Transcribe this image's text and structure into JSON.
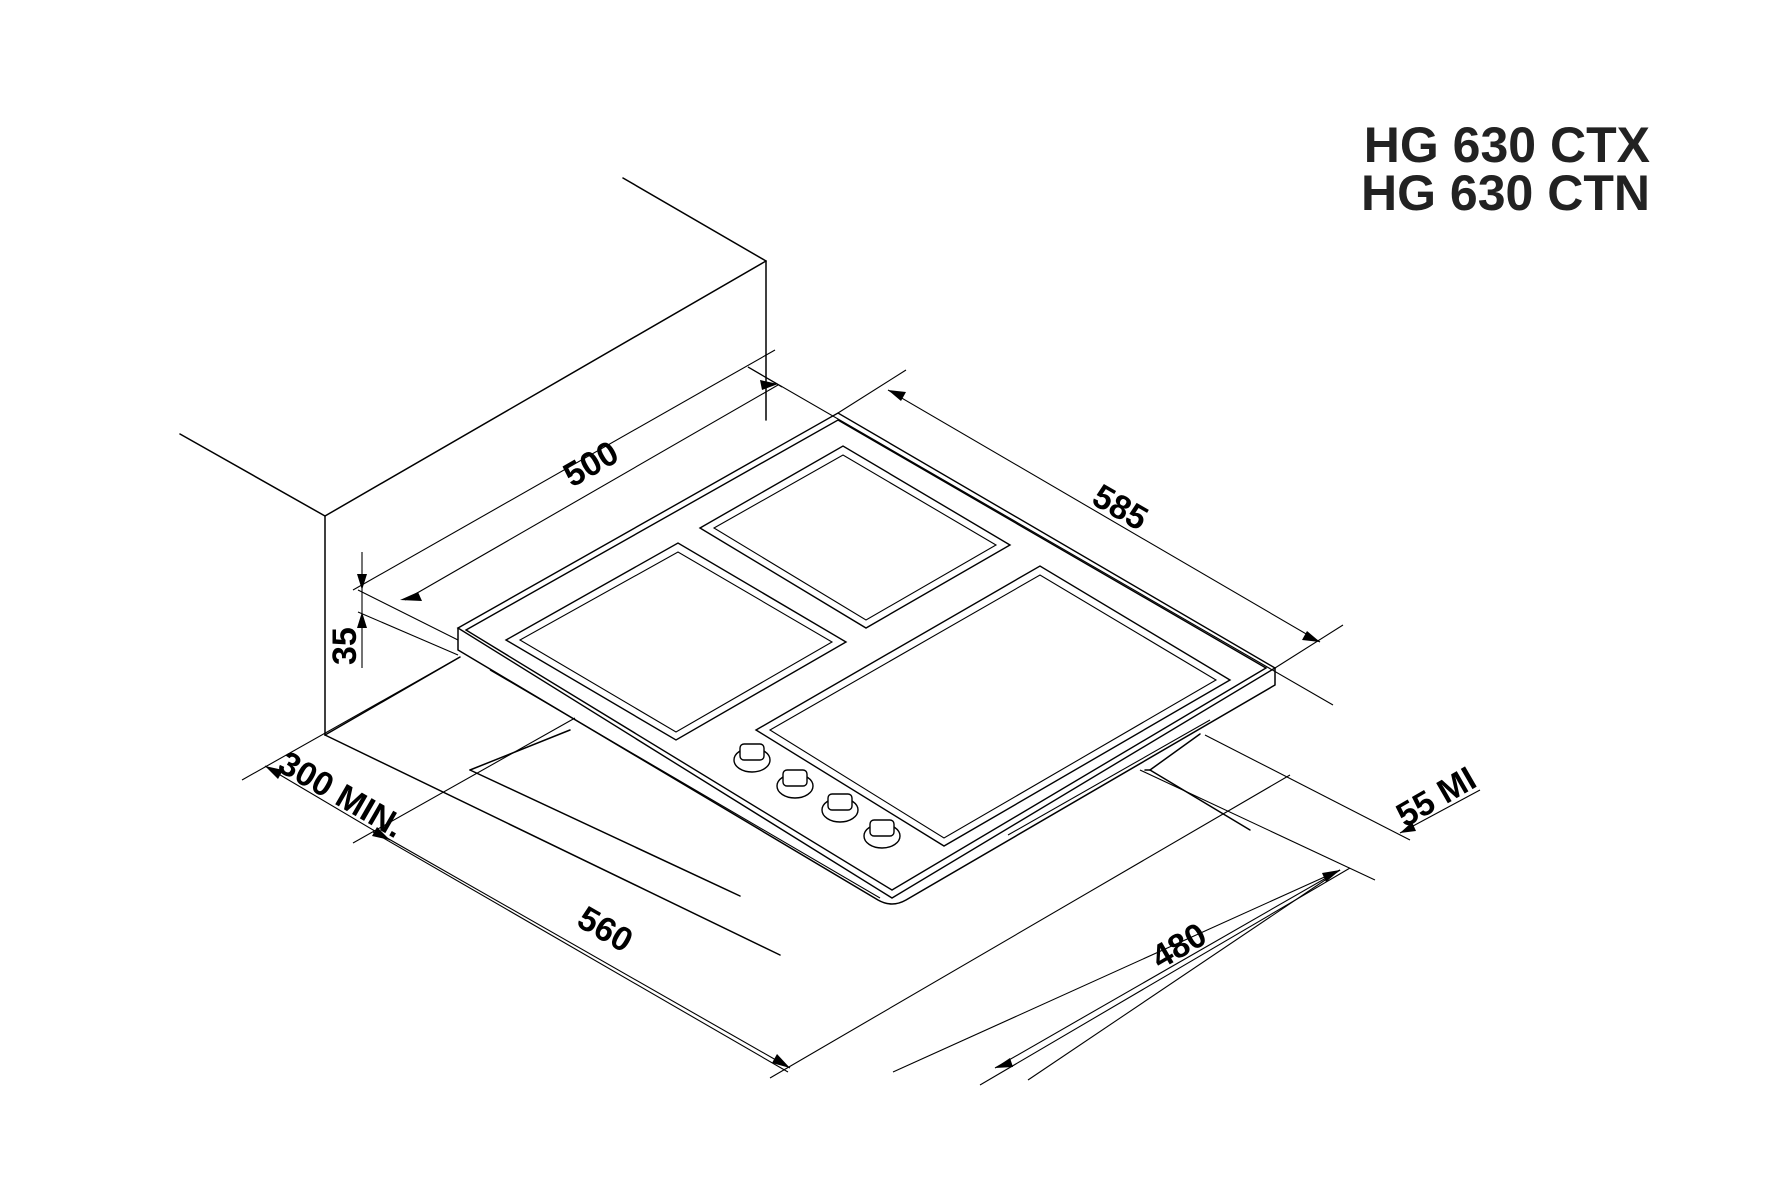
{
  "models": [
    "HG 630 CTX",
    "HG 630 CTN"
  ],
  "dimensions": {
    "d500": "500",
    "d585": "585",
    "d35": "35",
    "d300": "300 MIN.",
    "d560": "560",
    "d480": "480",
    "d55": "55 MI"
  },
  "controls": {
    "knob_count": 4
  }
}
